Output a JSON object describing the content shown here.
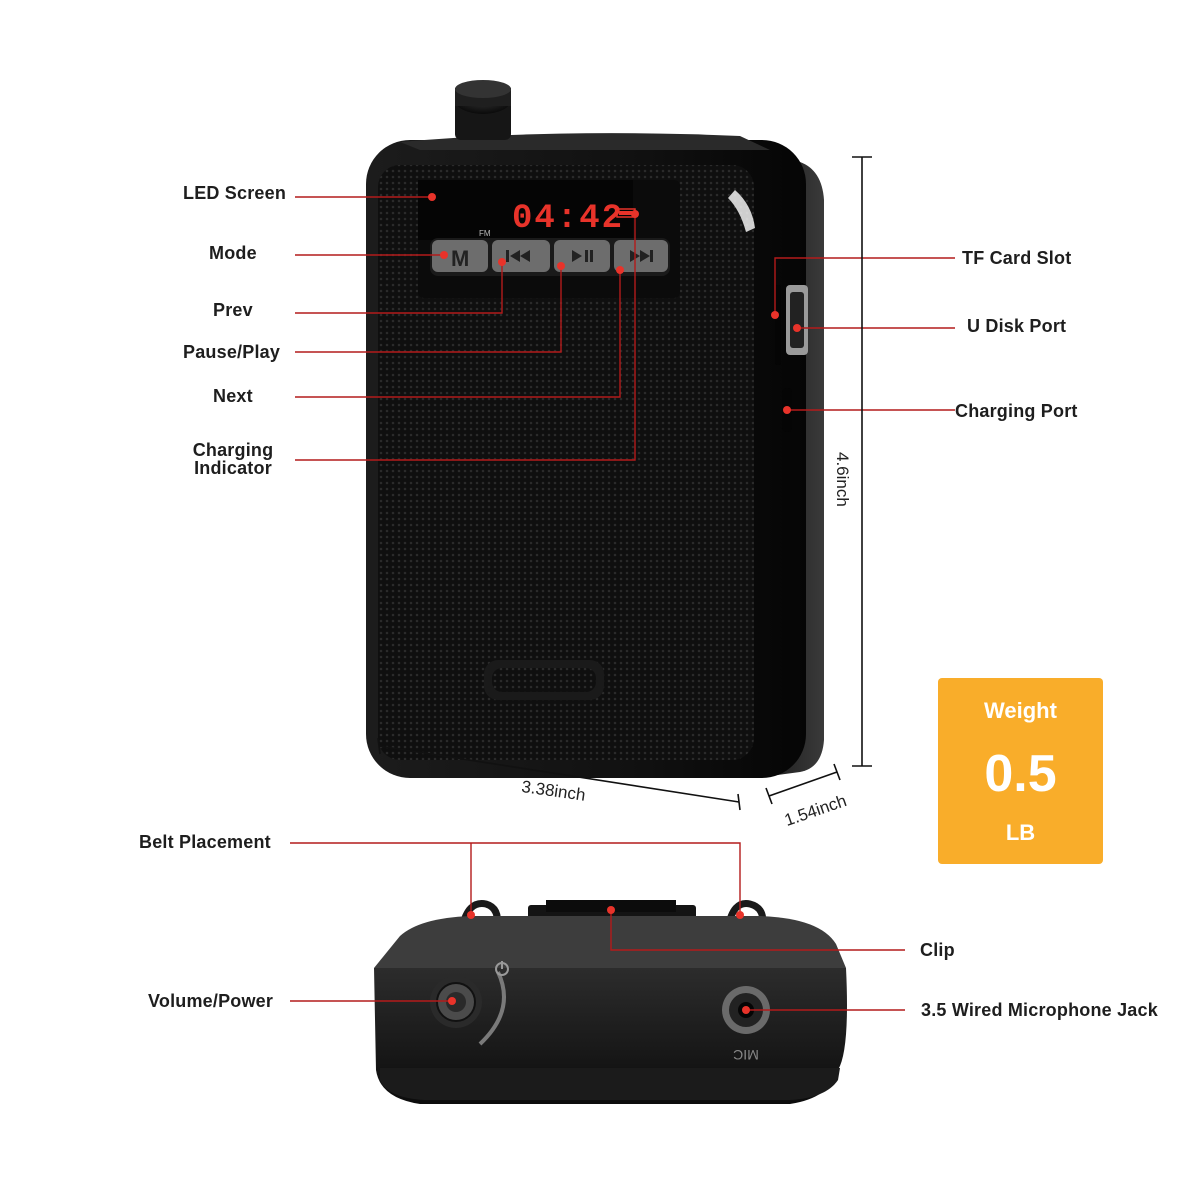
{
  "callouts": {
    "led_screen": "LED Screen",
    "mode": "Mode",
    "prev": "Prev",
    "pause_play": "Pause/Play",
    "next": "Next",
    "charging_indicator_line1": "Charging",
    "charging_indicator_line2": "Indicator",
    "tf_card_slot": "TF Card Slot",
    "u_disk_port": "U Disk Port",
    "charging_port": "Charging Port",
    "belt_placement": "Belt Placement",
    "clip": "Clip",
    "volume_power": "Volume/Power",
    "mic_jack": "3.5 Wired Microphone Jack"
  },
  "dimensions": {
    "height": "4.6inch",
    "width": "3.38inch",
    "depth": "1.54inch"
  },
  "weight": {
    "title": "Weight",
    "value": "0.5",
    "unit": "LB"
  },
  "device_display": {
    "time": "04:42",
    "fm_label": "FM",
    "mode_key": "M",
    "mic_label": "MIC"
  },
  "colors": {
    "callout_line": "#b31b1b",
    "weight_card": "#f9ad2a",
    "device_body": "#0d0d0d",
    "display_digits": "#e8332a"
  }
}
